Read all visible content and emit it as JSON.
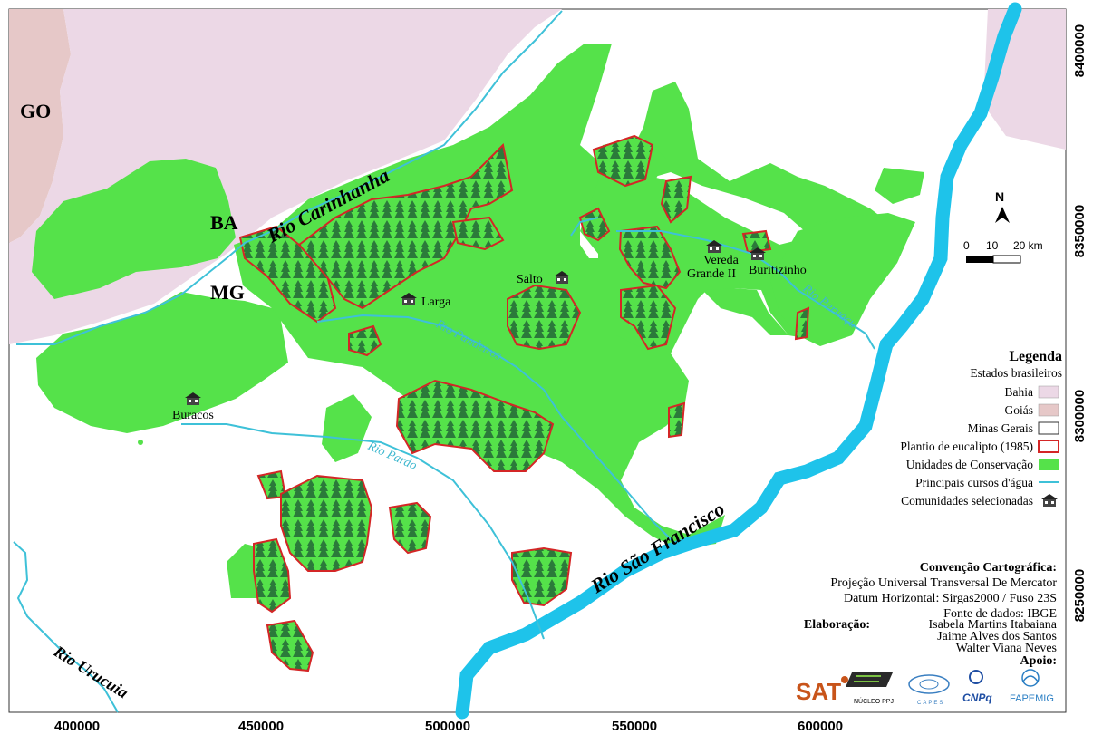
{
  "states": {
    "go": "GO",
    "ba": "BA",
    "mg": "MG"
  },
  "rivers": {
    "carinhanha": "Rio Carinhanha",
    "pandeiros": "Rio Pandeiros",
    "pardo": "Rio Pardo",
    "peruacu": "Rio Peruaçu",
    "sao_francisco": "Rio São Francisco",
    "urucuia": "Rio Urucuia"
  },
  "communities": {
    "larga": "Larga",
    "salto": "Salto",
    "vereda_1": "Vereda",
    "vereda_2": "Grande II",
    "buritizinho": "Buritizinho",
    "buracos": "Buracos"
  },
  "north": {
    "label": "N"
  },
  "scale": {
    "ticks": [
      "0",
      "10",
      "20 km"
    ]
  },
  "axes": {
    "x_ticks": [
      "400000",
      "450000",
      "500000",
      "550000",
      "600000"
    ],
    "y_ticks": [
      "8400000",
      "8350000",
      "8300000",
      "8250000"
    ]
  },
  "legend": {
    "title": "Legenda",
    "subtitle": "Estados brasileiros",
    "items": [
      {
        "label": "Bahia",
        "color": "#ecd8e6"
      },
      {
        "label": "Goiás",
        "color": "#e6c8c8"
      },
      {
        "label": "Minas Gerais",
        "color": "#ffffff"
      },
      {
        "label": "Plantio de eucalipto (1985)",
        "color": "#d42626"
      },
      {
        "label": "Unidades de Conservação",
        "color": "#55e24a"
      },
      {
        "label": "Principais cursos d'água",
        "color": "#3ec1d8"
      },
      {
        "label": "Comunidades selecionadas",
        "icon": "house-icon"
      }
    ]
  },
  "convention": {
    "title": "Convenção Cartográfica:",
    "projection": "Projeção Universal Transversal De Mercator",
    "datum": "Datum Horizontal: Sirgas2000 / Fuso 23S",
    "source": "Fonte de dados: IBGE",
    "elaboration_label": "Elaboração:",
    "authors": [
      "Isabela Martins Itabaiana",
      "Jaime Alves dos Santos",
      "Walter Viana Neves"
    ],
    "support_label": "Apoio:"
  },
  "logos": [
    "SAT",
    "NÚCLEO PPJ",
    "CAPES",
    "CNPq",
    "FAPEMIG"
  ],
  "colors": {
    "bahia": "#ecd8e6",
    "uc": "#55e24a",
    "sao_francisco": "#1ec3ea",
    "river": "#3ec1d8",
    "plantation": "#d42626",
    "tree": "#2b7a3a"
  }
}
